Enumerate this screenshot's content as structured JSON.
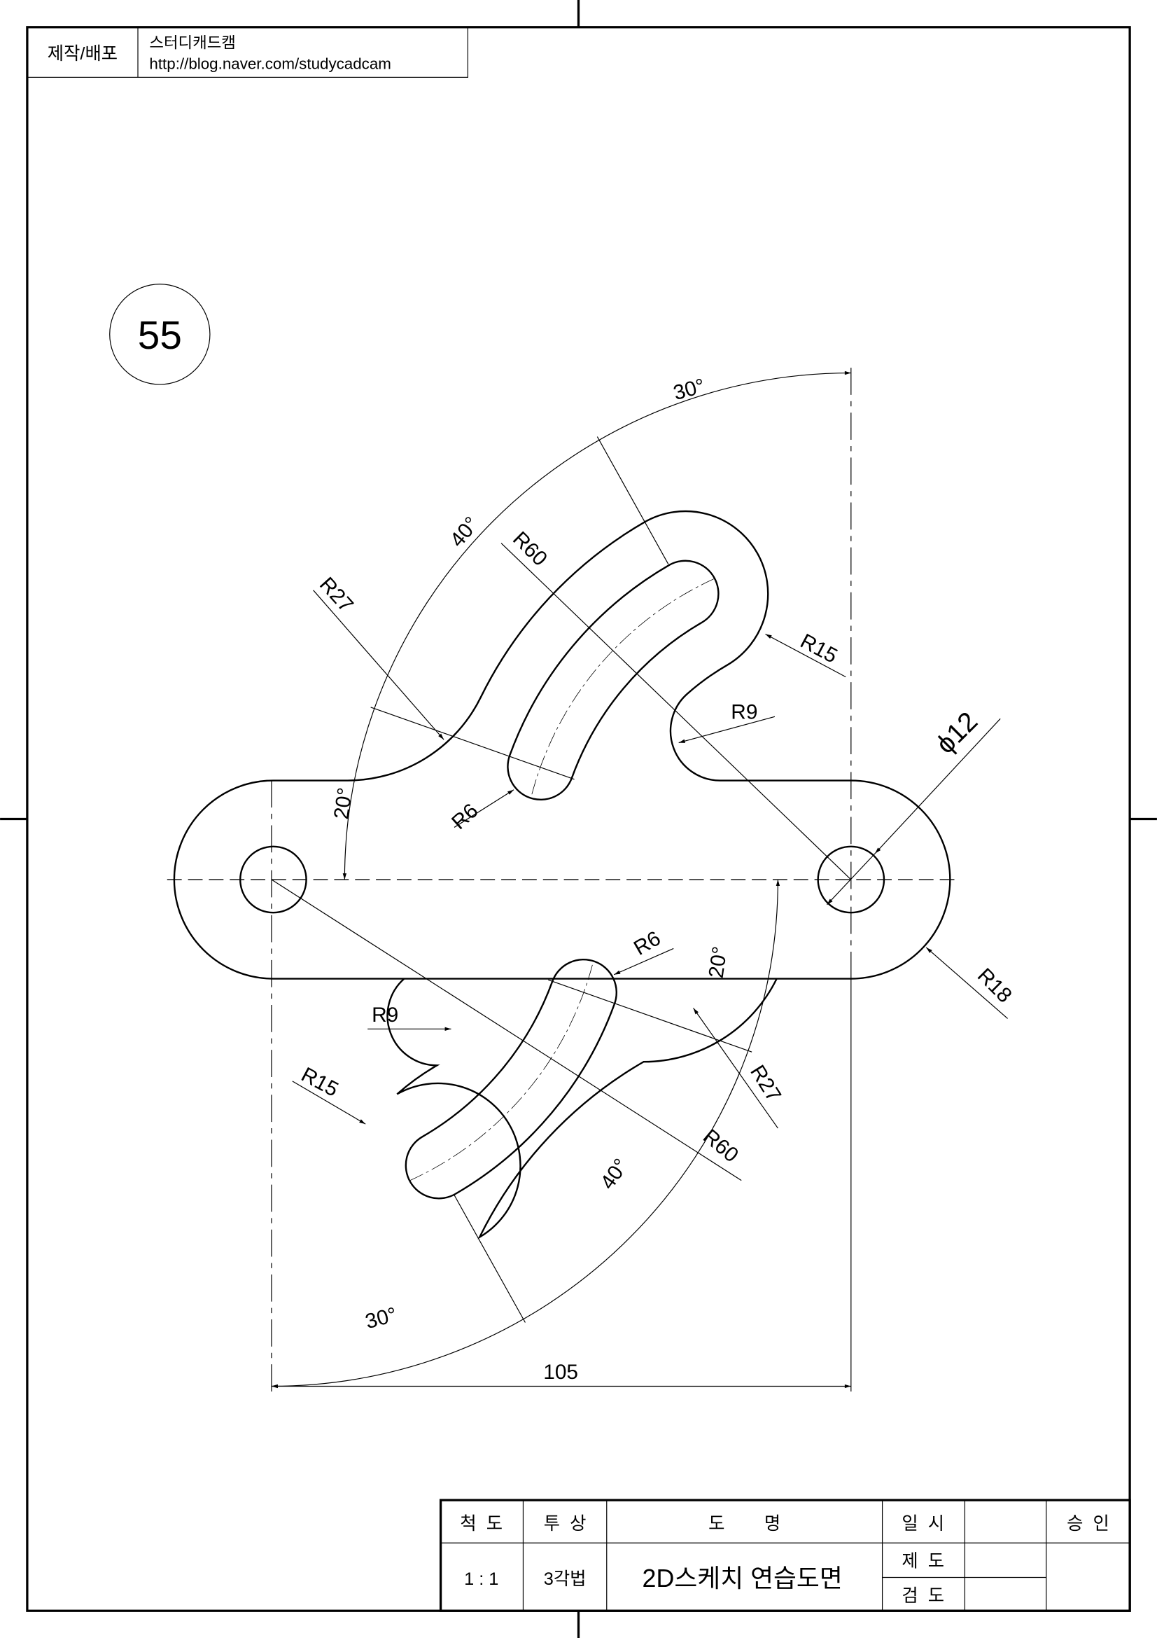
{
  "header": {
    "maker_label": "제작/배포",
    "name": "스터디캐드캠",
    "url": "http://blog.naver.com/studycadcam"
  },
  "drawing_number": "55",
  "dimensions": {
    "top": {
      "angle_a": "30°",
      "angle_b": "40°",
      "angle_c": "20°",
      "r60": "R60",
      "r27": "R27",
      "r15": "R15",
      "r9": "R9",
      "r6": "R6",
      "dia": "ϕ12"
    },
    "bottom": {
      "angle_a": "30°",
      "angle_b": "40°",
      "angle_c": "20°",
      "r60": "R60",
      "r27": "R27",
      "r15": "R15",
      "r9": "R9",
      "r6": "R6",
      "r18": "R18"
    },
    "length": "105"
  },
  "title_block": {
    "scale_label": "척  도",
    "scale_value": "1 : 1",
    "projection_label": "투  상",
    "projection_value": "3각법",
    "drawing_name_label": "도        명",
    "drawing_name": "2D스케치 연습도면",
    "date_label": "일  시",
    "drawn_label": "제  도",
    "checked_label": "검  도",
    "approval_label": "승  인"
  }
}
